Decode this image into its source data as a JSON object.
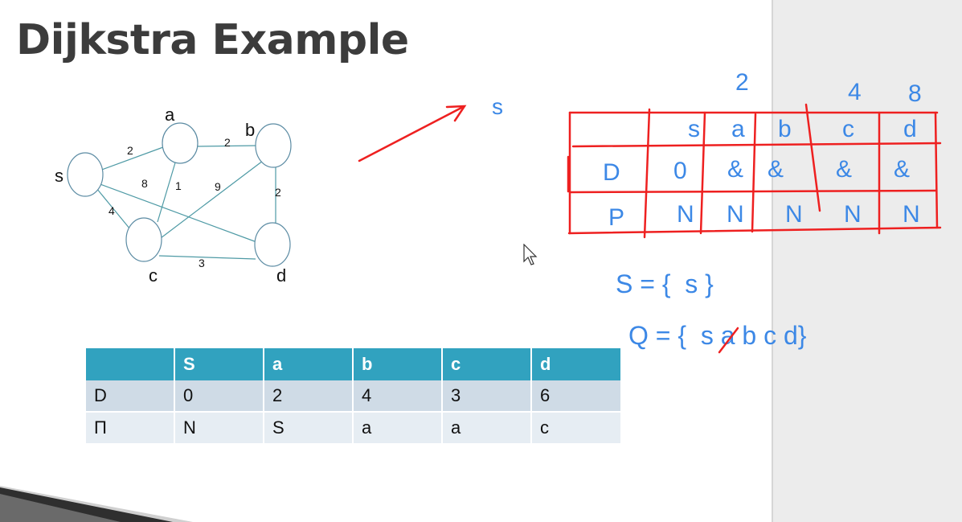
{
  "title": "Dijkstra Example",
  "graph": {
    "nodes": [
      {
        "id": "s",
        "label": "s"
      },
      {
        "id": "a",
        "label": "a"
      },
      {
        "id": "b",
        "label": "b"
      },
      {
        "id": "c",
        "label": "c"
      },
      {
        "id": "d",
        "label": "d"
      }
    ],
    "edges": [
      {
        "from": "s",
        "to": "a",
        "weight": "2"
      },
      {
        "from": "a",
        "to": "b",
        "weight": "2"
      },
      {
        "from": "s",
        "to": "d",
        "weight": "8"
      },
      {
        "from": "a",
        "to": "c",
        "weight": "1"
      },
      {
        "from": "c",
        "to": "b",
        "weight": "9"
      },
      {
        "from": "b",
        "to": "d",
        "weight": "2"
      },
      {
        "from": "s",
        "to": "c",
        "weight": "4"
      },
      {
        "from": "c",
        "to": "d",
        "weight": "3"
      }
    ]
  },
  "result_table": {
    "header": [
      "",
      "S",
      "a",
      "b",
      "c",
      "d"
    ],
    "rows": [
      [
        "D",
        "0",
        "2",
        "4",
        "3",
        "6"
      ],
      [
        "Π",
        "N",
        "S",
        "a",
        "a",
        "c"
      ]
    ]
  },
  "handwriting": {
    "arrow_target": "s",
    "updates": {
      "above_a": "2",
      "above_c": "4",
      "above_d": "8"
    },
    "table_header": [
      "s",
      "a",
      "b",
      "c",
      "d"
    ],
    "row_d_label": "D",
    "row_d_values": [
      "0",
      "&",
      "&",
      "&",
      "&"
    ],
    "row_p_label": "P",
    "row_p_values": [
      "N",
      "N",
      "N",
      "N",
      "N"
    ],
    "set_s": "S = {  s }",
    "set_q": "Q = {  s a b c d}"
  },
  "colors": {
    "title": "#3c3c3c",
    "table_header": "#31a2bf",
    "ink_blue": "#3c88e6",
    "ink_red": "#ee2020",
    "graph_edge": "#4e9aa5"
  }
}
